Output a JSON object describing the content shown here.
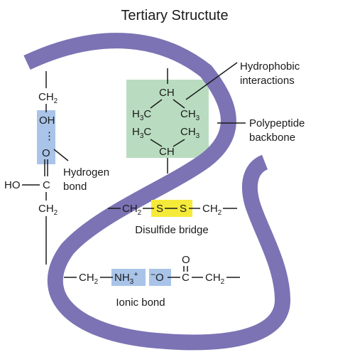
{
  "title": "Tertiary Structute",
  "labels": {
    "hydrophobic_1": "Hydrophobic",
    "hydrophobic_2": "interactions",
    "backbone_1": "Polypeptide",
    "backbone_2": "backbone",
    "hydrogen_1": "Hydrogen",
    "hydrogen_2": "bond",
    "disulfide": "Disulfide bridge",
    "ionic": "Ionic bond"
  },
  "chem": {
    "ch": "CH",
    "ch2": "CH",
    "sub2": "2",
    "h3c": "H",
    "ch3": "CH",
    "sub3": "3",
    "oh": "OH",
    "o": "O",
    "c": "C",
    "ho": "HO",
    "s": "S",
    "nh3": "NH",
    "plus": "+",
    "minus": "−",
    "dots": "⋮"
  },
  "colors": {
    "backbone": "#7b73b4",
    "hydrophobic_box": "#b9dcc0",
    "hydrogen_box": "#a9c4e8",
    "disulfide_box": "#f5ea3a",
    "ionic_box": "#a9c4e8"
  }
}
